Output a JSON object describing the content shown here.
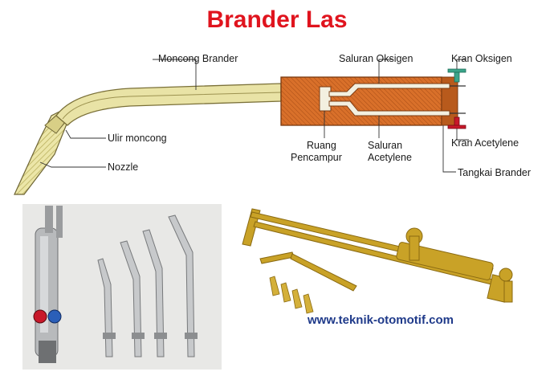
{
  "title": "Brander Las",
  "website": "www.teknik-otomotif.com",
  "labels": {
    "moncong_brander": "Moncong Brander",
    "saluran_oksigen": "Saluran Oksigen",
    "kran_oksigen": "Kran Oksigen",
    "ulir_moncong": "Ulir moncong",
    "nozzle": "Nozzle",
    "ruang_pencampur_1": "Ruang",
    "ruang_pencampur_2": "Pencampur",
    "saluran_acetylene_1": "Saluran",
    "saluran_acetylene_2": "Acetylene",
    "kran_acetylene": "Kran Acetylene",
    "tangkai_brander": "Tangkai Brander"
  },
  "colors": {
    "title": "#e0141e",
    "website": "#1f3a8a",
    "tube_fill": "#e9e3a6",
    "tube_stroke": "#7a7038",
    "handle_fill": "#d9702a",
    "handle_stroke": "#7a3a10",
    "oxygen_valve": "#3aa58a",
    "acetylene_valve": "#c8182a",
    "brass": "#c9a227"
  }
}
